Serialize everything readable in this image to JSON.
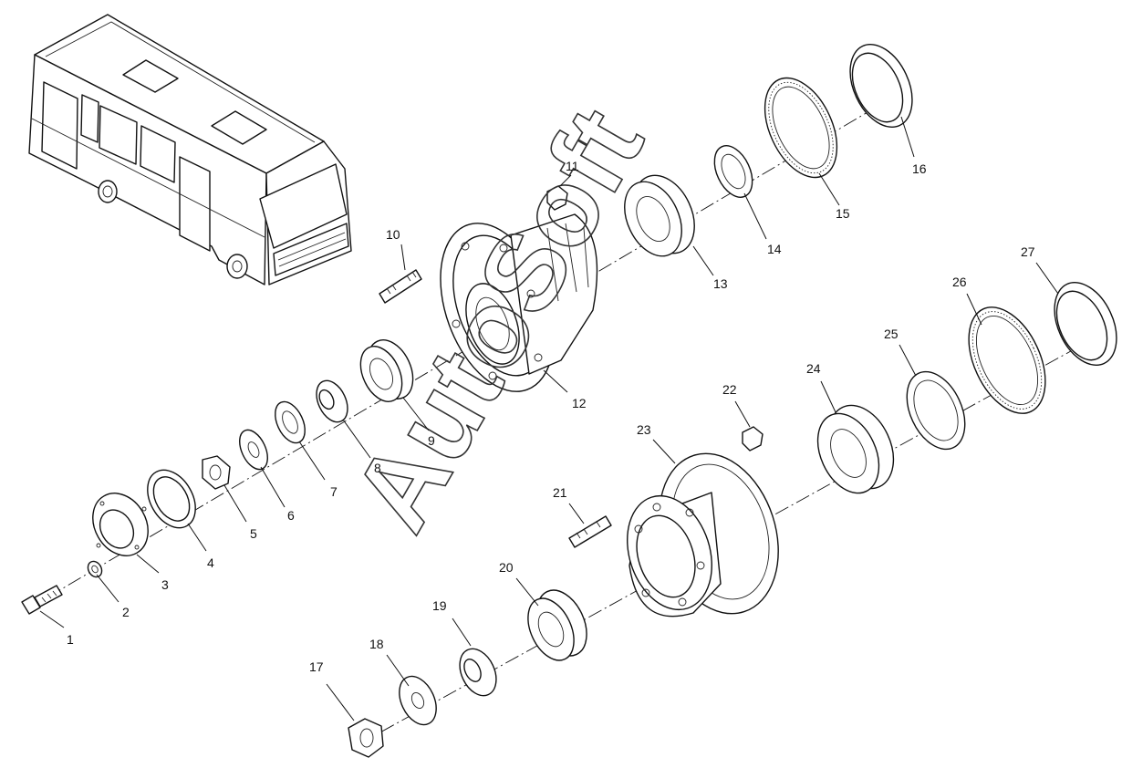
{
  "watermark": "AutoSoft",
  "callouts": [
    "1",
    "2",
    "3",
    "4",
    "5",
    "6",
    "7",
    "8",
    "9",
    "10",
    "11",
    "12",
    "13",
    "14",
    "15",
    "16",
    "17",
    "18",
    "19",
    "20",
    "21",
    "22",
    "23",
    "24",
    "25",
    "26",
    "27"
  ]
}
